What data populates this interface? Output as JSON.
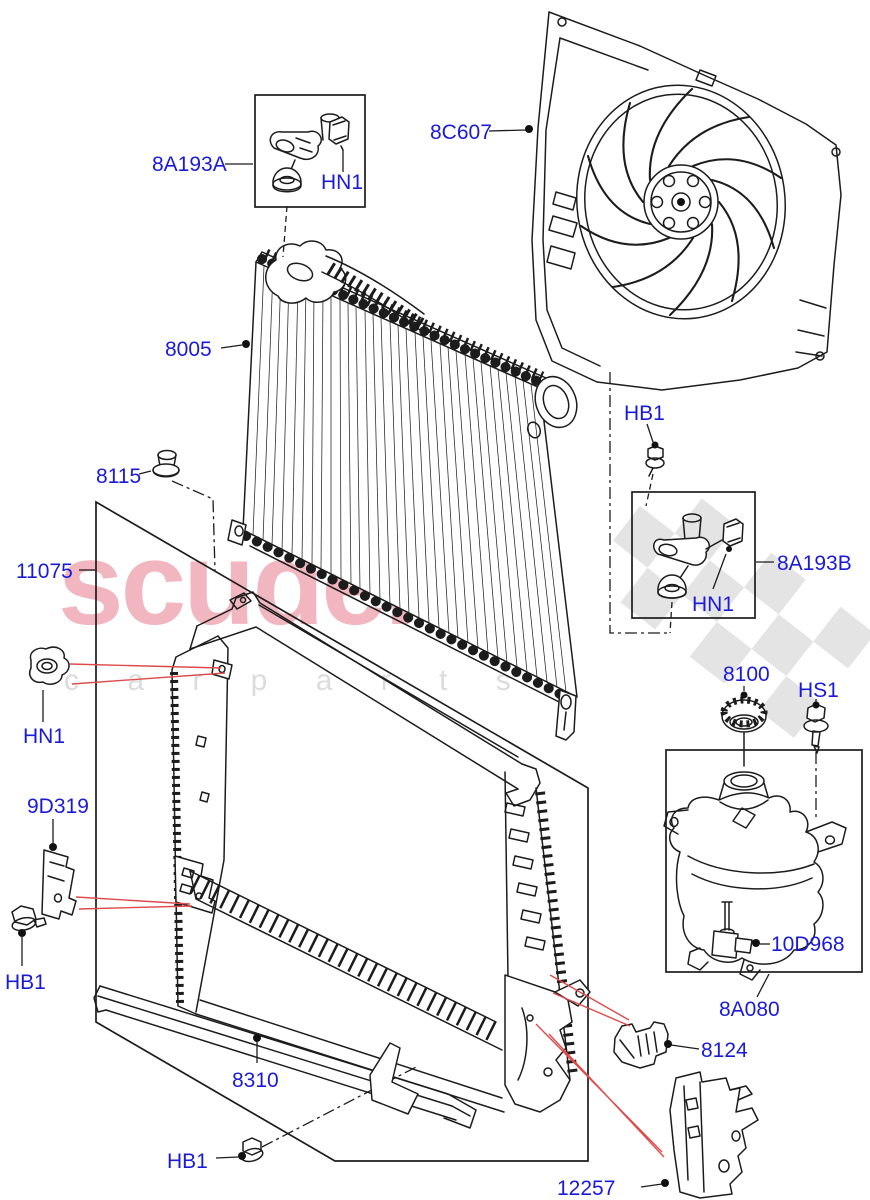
{
  "diagram": {
    "type": "exploded-parts-diagram",
    "subject": "radiator, fan and coolant expansion tank assembly",
    "colors": {
      "background": "#ffffff",
      "line_art": "#1c1c1c",
      "part_label_blue": "#1a1ad9",
      "red_leader": "#de4b4b",
      "watermark_pink": "#f1b6c0",
      "watermark_gray": "#dcdcdc",
      "checker_gray": "#e4e4e4"
    },
    "watermark": {
      "brand": "scuderia",
      "tagline": "c a r p a r t s"
    },
    "labels": {
      "l_8a193a": "8A193A",
      "l_hn1_top": "HN1",
      "l_8c607": "8C607",
      "l_8005": "8005",
      "l_8115": "8115",
      "l_hb1_right": "HB1",
      "l_8a193b": "8A193B",
      "l_hn1_right": "HN1",
      "l_11075": "11075",
      "l_hn1_left": "HN1",
      "l_8100": "8100",
      "l_hs1": "HS1",
      "l_9d319": "9D319",
      "l_hb1_left": "HB1",
      "l_10d968": "10D968",
      "l_8a080": "8A080",
      "l_8310": "8310",
      "l_8124": "8124",
      "l_hb1_bottom": "HB1",
      "l_12257": "12257"
    }
  }
}
